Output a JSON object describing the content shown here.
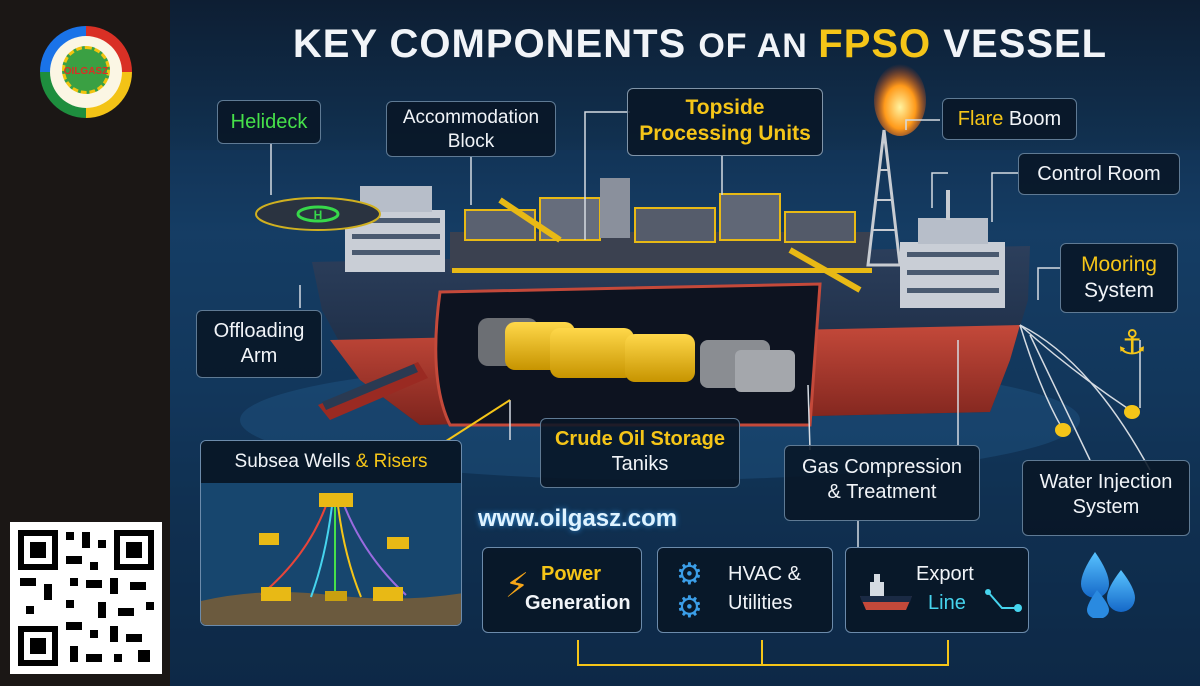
{
  "title": {
    "part1": "KEY COMPONENTS ",
    "part2": "OF AN ",
    "part3": "FPSO",
    "part4": " VESSEL"
  },
  "logo": {
    "text": "OILGASZ"
  },
  "labels": {
    "helideck": "Helideck",
    "accommodation_line1": "Accommodation",
    "accommodation_line2": "Block",
    "topside_line1": "Topside",
    "topside_line2": "Processing Units",
    "flare_part1": "Flare",
    "flare_part2": " Boom",
    "control_room": "Control Room",
    "mooring_line1": "Mooring",
    "mooring_line2": "System",
    "offloading_line1": "Offloading",
    "offloading_line2": "Arm",
    "subsea_part1": "Subsea Wells",
    "subsea_part2": " & Risers",
    "crude_line1": "Crude Oil Storage",
    "crude_line2": "Taniks",
    "gas_line1": "Gas Compression",
    "gas_line2": "& Treatment",
    "water_line1": "Water Injection",
    "water_line2": "System"
  },
  "website": "www.oilgasz.com",
  "bottom": {
    "power_line1": "Power",
    "power_line2": "Generation",
    "hvac_line1": "HVAC &",
    "hvac_line2": "Utilities",
    "export_line1": "Export",
    "export_line2": "Line"
  },
  "colors": {
    "accent_yellow": "#f5c518",
    "accent_green": "#46e04a",
    "accent_cyan": "#46d4ee",
    "hull_red": "#b63a2e",
    "hull_navy": "#1a2a44"
  },
  "icons": [
    "logo",
    "qr-code",
    "helipad",
    "flare-flame",
    "anchor",
    "lightning-icon",
    "gears-icon",
    "ship-icon",
    "water-drops-icon"
  ]
}
